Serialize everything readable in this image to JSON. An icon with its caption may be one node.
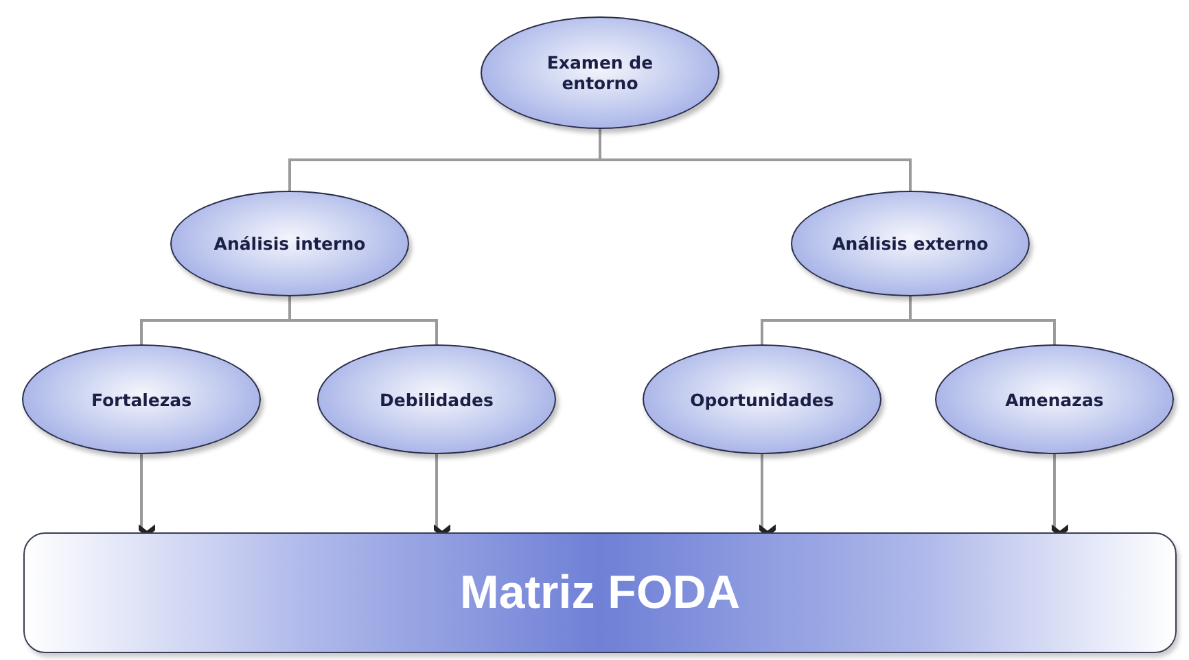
{
  "diagram": {
    "nodes": [
      {
        "text": [
          "Examen de entorno"
        ]
      },
      {
        "text": [
          "Análisis interno"
        ]
      },
      {
        "text": [
          "Análisis externo"
        ]
      },
      {
        "text": [
          "Fortalezas"
        ]
      },
      {
        "text": [
          "Debilidades"
        ]
      },
      {
        "text": [
          "Oportunidades"
        ]
      },
      {
        "text": [
          "Amenazas"
        ]
      },
      {
        "text": [
          "Matriz FODA"
        ]
      }
    ],
    "edges": [
      {
        "from": 0,
        "to": 1,
        "arrow": "none"
      },
      {
        "from": 0,
        "to": 2,
        "arrow": "none"
      },
      {
        "from": 1,
        "to": 3,
        "arrow": "none"
      },
      {
        "from": 1,
        "to": 4,
        "arrow": "none"
      },
      {
        "from": 2,
        "to": 5,
        "arrow": "none"
      },
      {
        "from": 2,
        "to": 6,
        "arrow": "none"
      },
      {
        "from": 3,
        "to": 7,
        "arrow": "to"
      },
      {
        "from": 4,
        "to": 7,
        "arrow": "to"
      },
      {
        "from": 5,
        "to": 7,
        "arrow": "to"
      },
      {
        "from": 6,
        "to": 7,
        "arrow": "to"
      }
    ]
  }
}
